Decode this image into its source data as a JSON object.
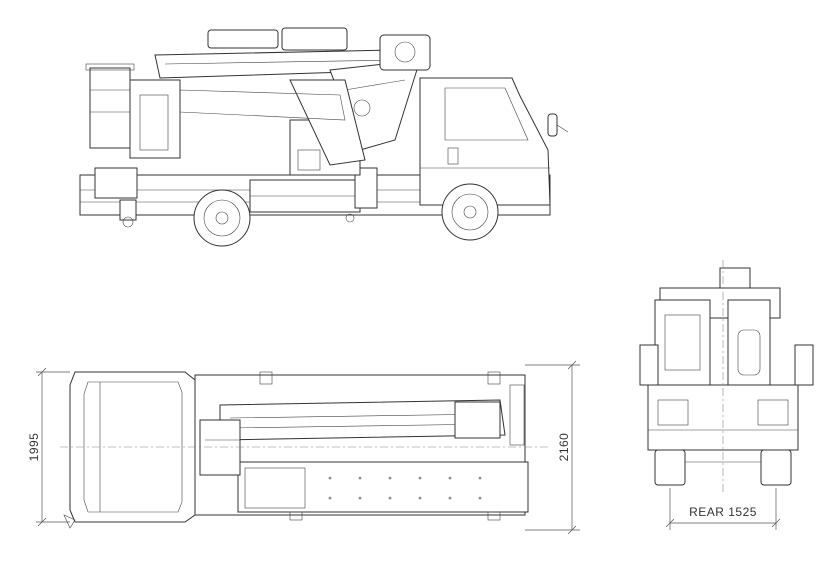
{
  "dimensions": {
    "width_label": "1995",
    "overall_width_label": "2160",
    "rear_label": "REAR 1525"
  }
}
